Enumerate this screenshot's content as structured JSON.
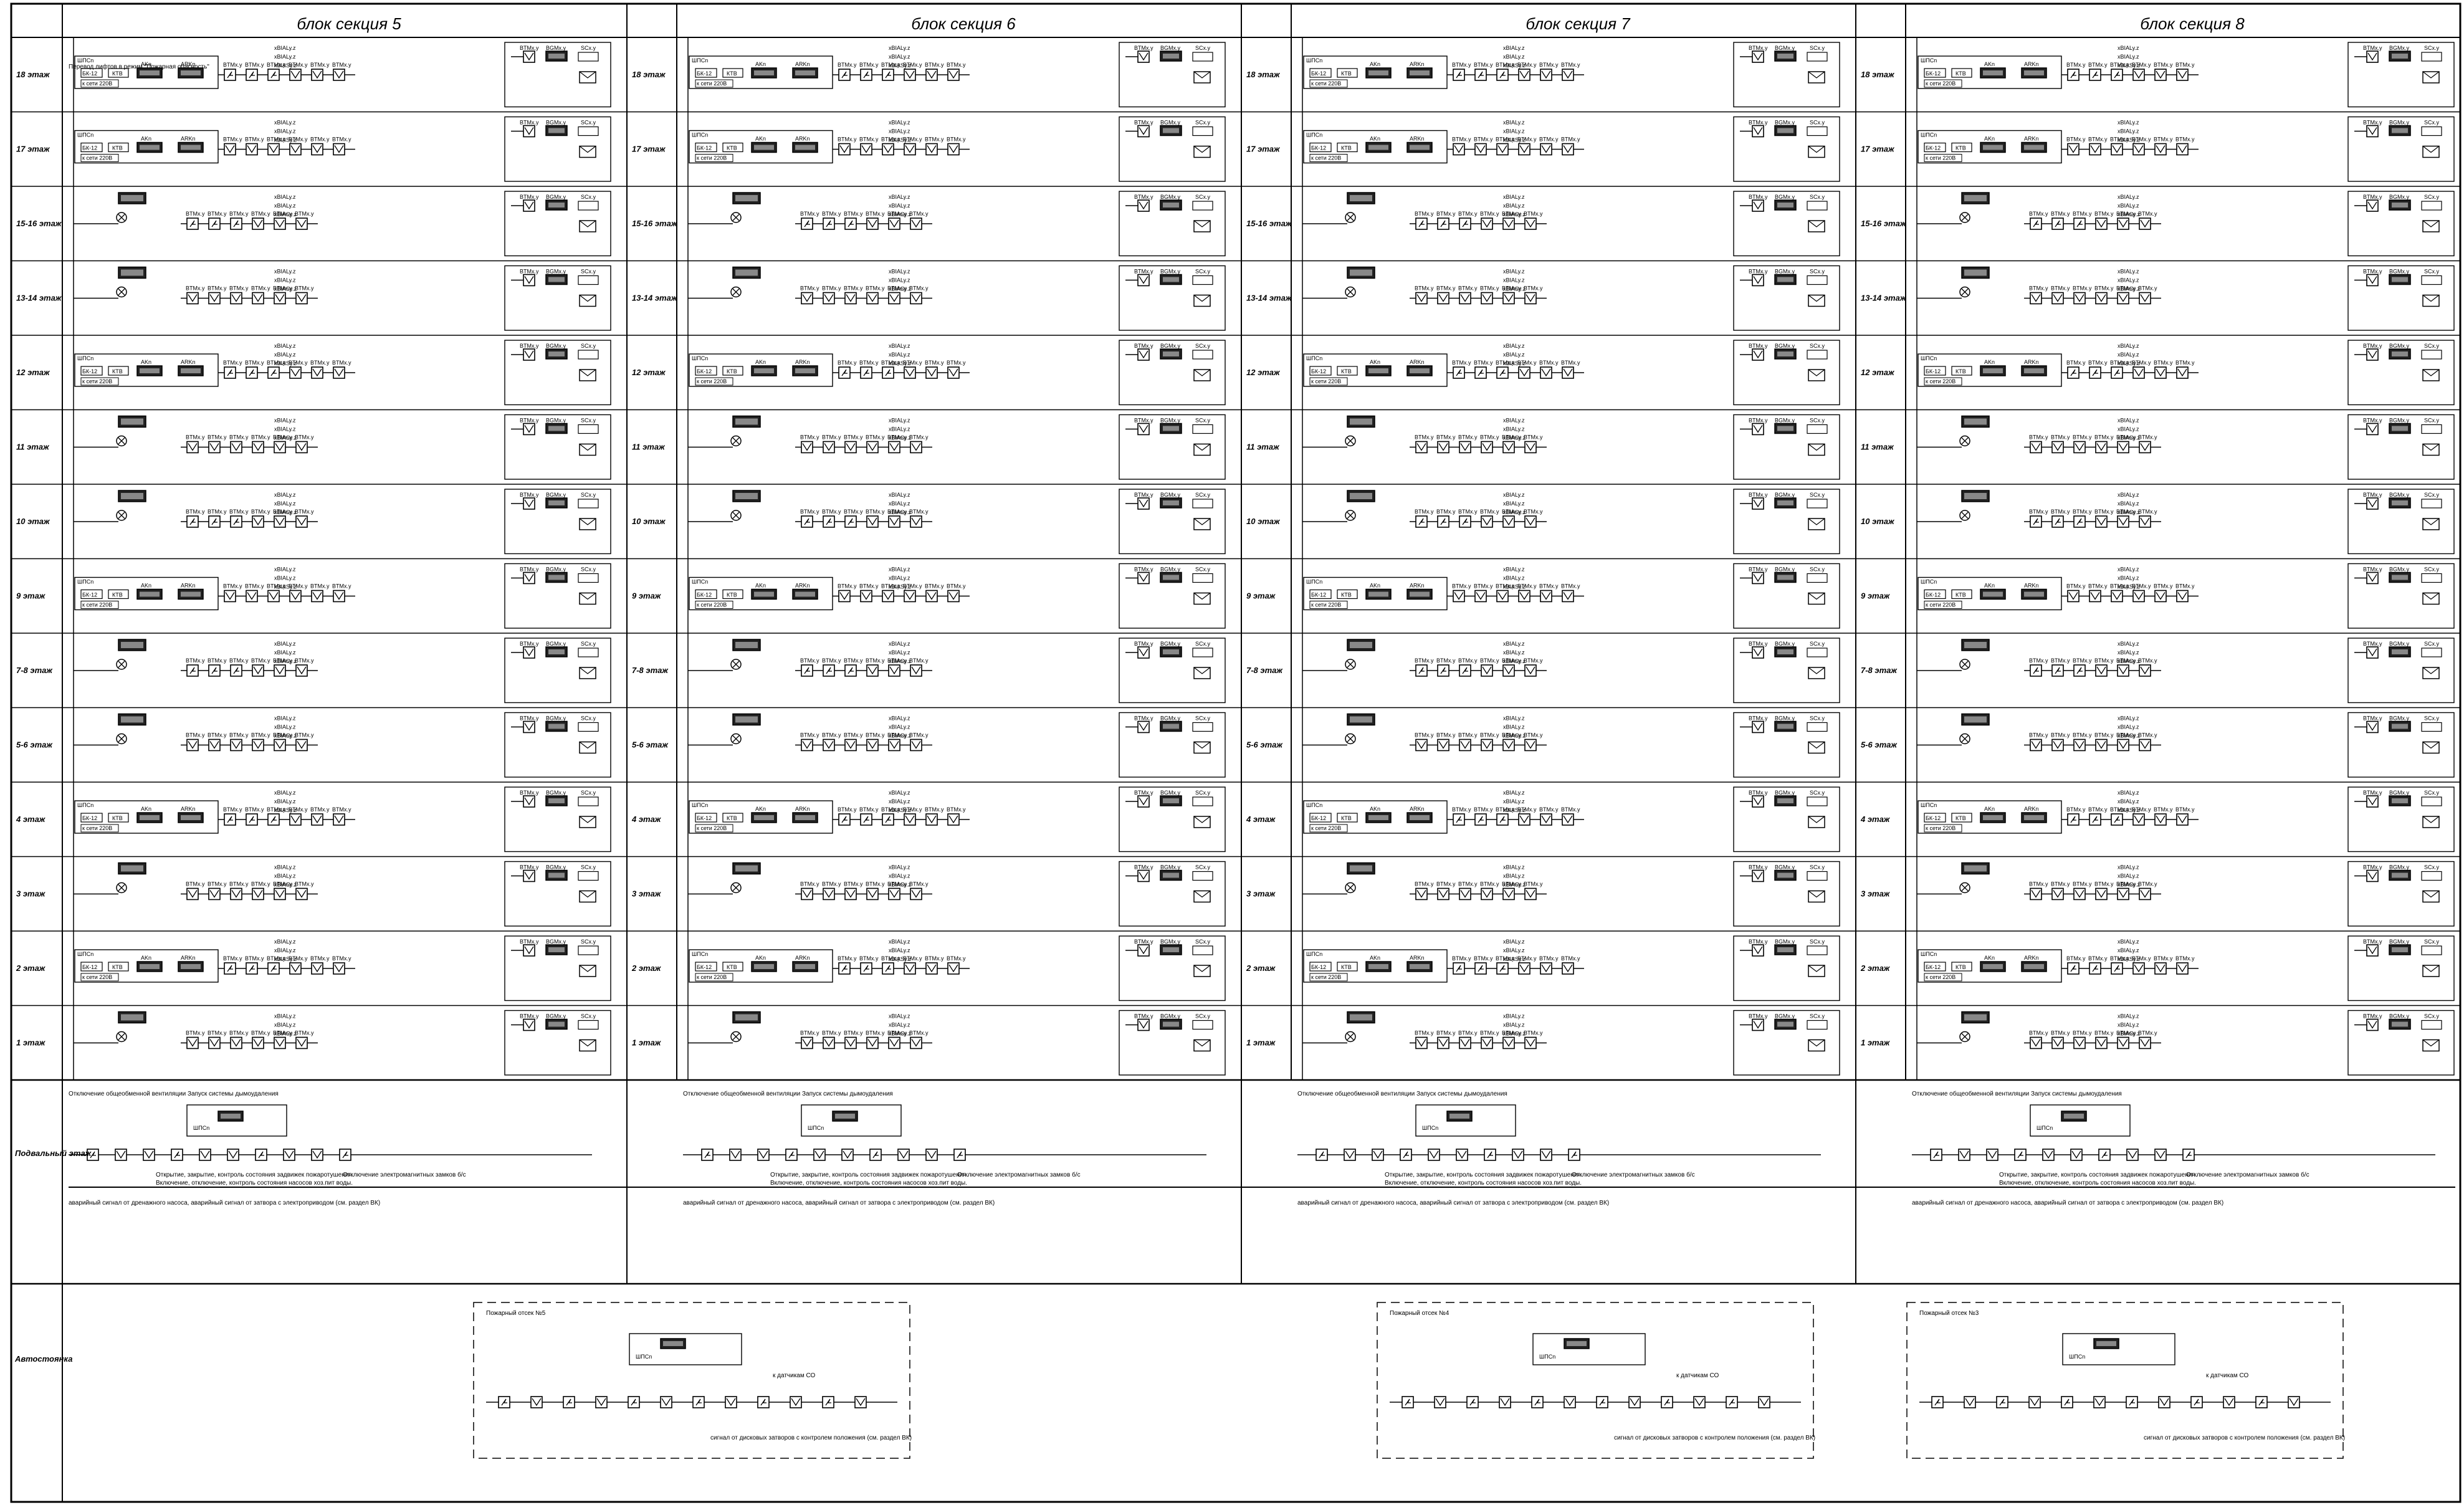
{
  "sections": [
    {
      "title": "блок секция 5"
    },
    {
      "title": "блок секция 6"
    },
    {
      "title": "блок секция 7"
    },
    {
      "title": "блок секция 8"
    }
  ],
  "floors": [
    "18 этаж",
    "17 этаж",
    "15-16 этаж",
    "13-14 этаж",
    "12 этаж",
    "11 этаж",
    "10 этаж",
    "9 этаж",
    "7-8 этаж",
    "5-6 этаж",
    "4 этаж",
    "3 этаж",
    "2 этаж",
    "1 этаж"
  ],
  "basement_label": "Подвальный этаж",
  "parking_label": "Автостоянка",
  "labels": {
    "btm": "BTMx.y",
    "bgm": "BGMx.y",
    "sc": "SCx.y",
    "bial": [
      "xBIALy.z",
      "xBIALy.z",
      "xBIASy.z"
    ],
    "shps": "ШПСn",
    "ktv": "КТВ",
    "bk": "БК-12",
    "akn": "AKn",
    "arkn": "ARKn",
    "set": "к сети 220В",
    "lift_note": "Перевод лифтов в режим \"Пожарная опасность\"",
    "vent_note": "Отключение общеобменной вентиляции Запуск системы дымоудаления",
    "valve_note": "Открытие, закрытие, контроль состояния задвижек пожаротушения.",
    "pump_note": "Включение, отключение, контроль состояния насосов хоз.пит воды.",
    "lock_note": "Отключение электромагнитных замков б/с",
    "alarm_note": "аварийный сигнал от дренажного насоса, аварийный сигнал от затвора с электроприводом (см. раздел ВК)",
    "disk_note": "сигнал от дисковых затворов с контролем положения (см. раздел ВК)",
    "fire_comp": [
      "Пожарный отсек №5",
      "Пожарный отсек №4",
      "Пожарный отсек №3"
    ],
    "co": "к датчикам СО"
  }
}
